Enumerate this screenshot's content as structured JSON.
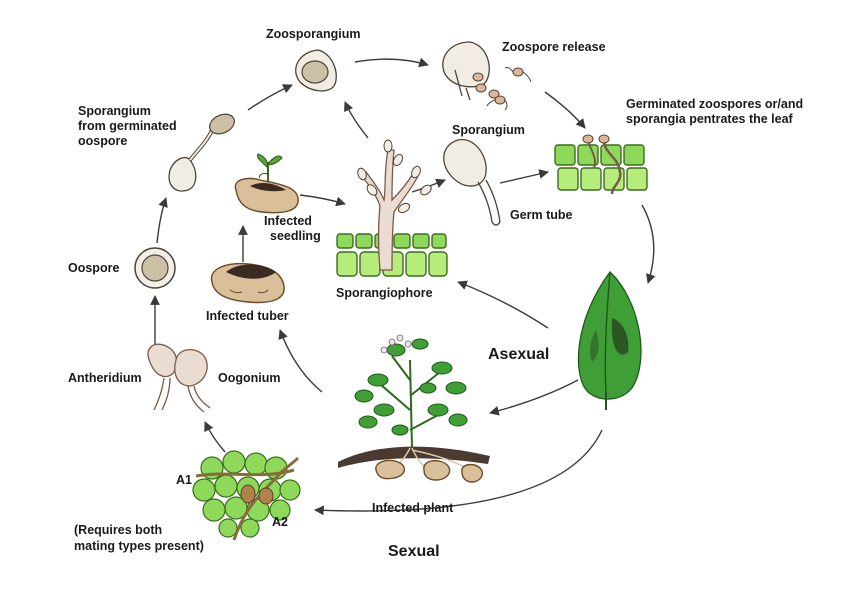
{
  "labels": {
    "zoosporangium": "Zoosporangium",
    "zoospore_release": "Zoospore release",
    "penetration_line1": "Germinated zoospores or/and",
    "penetration_line2": "sporangia pentrates the leaf",
    "sporangium_germ_line1": "Sporangium",
    "sporangium_germ_line2": "from germinated",
    "sporangium_germ_line3": "oospore",
    "sporangium": "Sporangium",
    "germ_tube": "Germ tube",
    "infected_seedling_line1": "Infected",
    "infected_seedling_line2": "seedling",
    "oospore": "Oospore",
    "sporangiophore": "Sporangiophore",
    "infected_tuber": "Infected tuber",
    "asexual": "Asexual",
    "antheridium": "Antheridium",
    "oogonium": "Oogonium",
    "a1": "A1",
    "a2": "A2",
    "requires_line1": "(Requires both",
    "requires_line2": "mating types present)",
    "infected_plant": "Infected plant",
    "sexual": "Sexual"
  },
  "colors": {
    "cell_green": "#8ed95a",
    "leaf_green": "#3f9e35",
    "tuber_tan": "#d9bf9a",
    "text": "#1a1a1a"
  }
}
